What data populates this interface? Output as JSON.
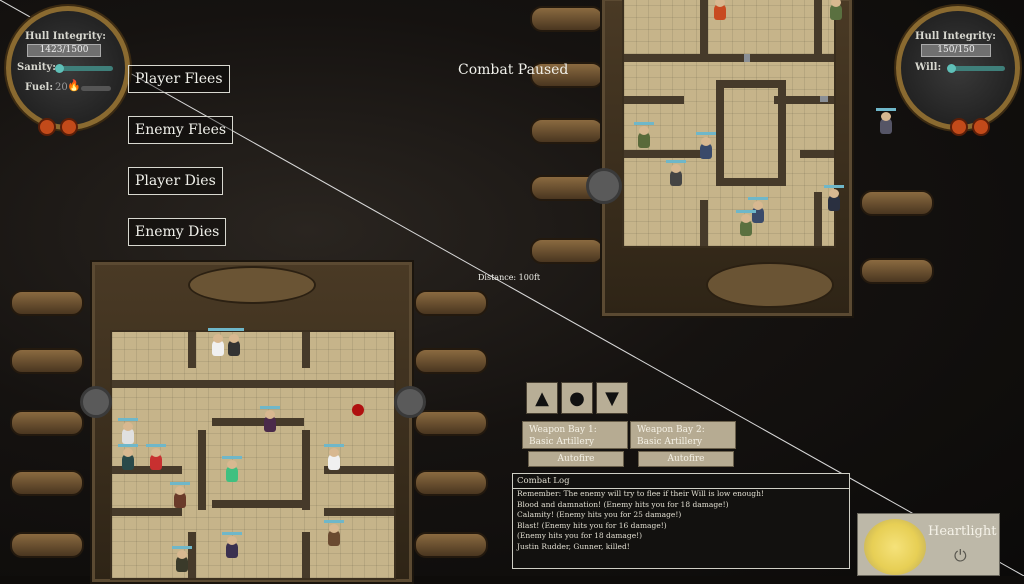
{
  "player_hud": {
    "hull_label": "Hull Integrity:",
    "hull_value": "1423/1500",
    "sanity_label": "Sanity:",
    "sanity_level": 0.0,
    "fuel_label": "Fuel:",
    "fuel_value": "20",
    "fuel_icon": "flame-icon"
  },
  "enemy_hud": {
    "hull_label": "Hull Integrity:",
    "hull_value": "150/150",
    "will_label": "Will:",
    "will_level": 0.0
  },
  "debug_menu": {
    "player_flees": "Player Flees",
    "enemy_flees": "Enemy Flees",
    "player_dies": "Player Dies",
    "enemy_dies": "Enemy Dies"
  },
  "status": {
    "paused": "Combat Paused",
    "distance": "Distance: 100ft"
  },
  "controls": {
    "up_icon": "triangle-up-icon",
    "stop_icon": "circle-icon",
    "down_icon": "triangle-down-icon",
    "bay1_title": "Weapon Bay 1:",
    "bay1_weapon": "Basic Artillery",
    "bay2_title": "Weapon Bay 2:",
    "bay2_weapon": "Basic Artillery",
    "autofire1": "Autofire",
    "autofire2": "Autofire"
  },
  "combat_log": {
    "title": "Combat Log",
    "lines": [
      "Remember: The enemy will try to flee if their Will is low enough!",
      "Blood and damnation! (Enemy hits you for 18 damage!)",
      "Calamity! (Enemy hits you for 25 damage!)",
      "Blast! (Enemy hits you for 16 damage!)",
      "(Enemy hits you for 18 damage!)",
      "Justin Rudder, Gunner, killed!"
    ]
  },
  "heartlight": {
    "label": "Heartlight",
    "power_icon": "power-icon"
  },
  "colors": {
    "hull": "#4a3a25",
    "floor": "#c6b48a",
    "wall": "#463a2a",
    "hud_rim": "#8a6a30",
    "sanity": "#3f7f7a"
  }
}
